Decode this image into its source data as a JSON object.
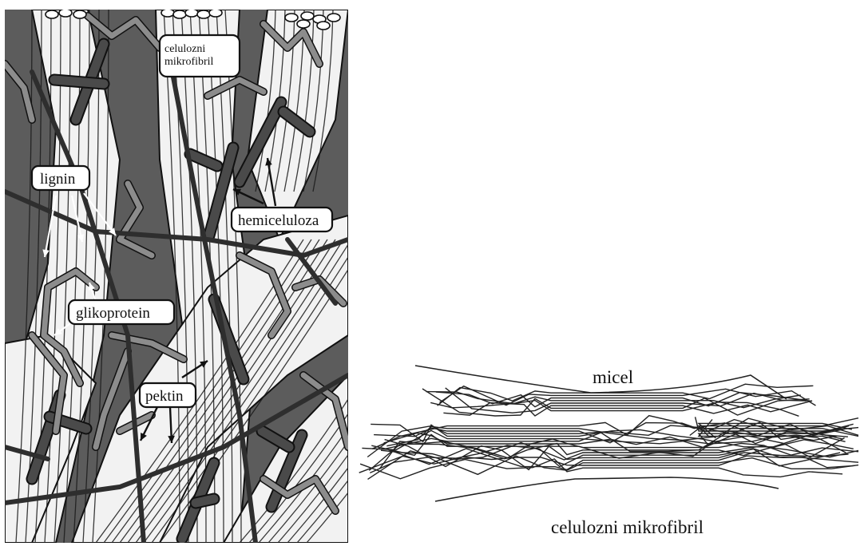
{
  "left_panel": {
    "labels": {
      "cellulose_line1": "celulozni",
      "cellulose_line2": "mikrofibril",
      "lignin": "lignin",
      "hemicellulose": "hemiceluloza",
      "glycoprotein": "glikoprotein",
      "pectin": "pektin"
    },
    "colors": {
      "background": "#5c5c5c",
      "fiber": "#f2f2f2",
      "fiber_stripe": "#1a1a1a",
      "hemicellulose_rod": "#4a4a4a",
      "pectin_network": "#8c8c8c",
      "lignin_line": "#2e2e2e"
    }
  },
  "right_panel": {
    "micelle_label": "micel",
    "microfibril_label": "celulozni mikrofibril",
    "colors": {
      "chain": "#222222"
    }
  }
}
